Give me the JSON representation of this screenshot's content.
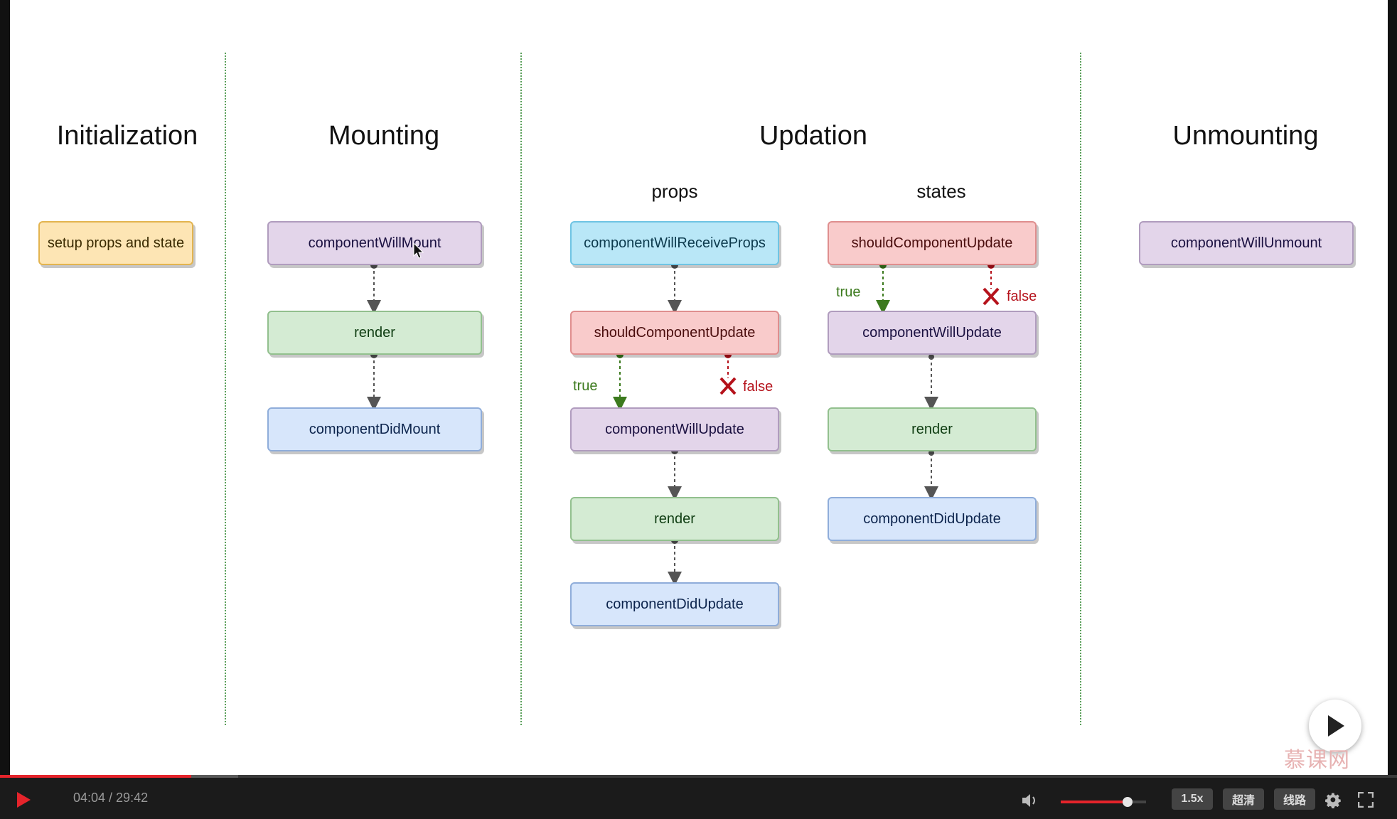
{
  "phases": {
    "initialization": "Initialization",
    "mounting": "Mounting",
    "updation": "Updation",
    "unmounting": "Unmounting"
  },
  "updation_sub": {
    "props": "props",
    "states": "states"
  },
  "nodes": {
    "setup": "setup props and state",
    "will_mount": "componentWillMount",
    "mount_render": "render",
    "did_mount": "componentDidMount",
    "will_receive_props": "componentWillReceiveProps",
    "props_should_update": "shouldComponentUpdate",
    "props_will_update": "componentWillUpdate",
    "props_render": "render",
    "props_did_update": "componentDidUpdate",
    "states_should_update": "shouldComponentUpdate",
    "states_will_update": "componentWillUpdate",
    "states_render": "render",
    "states_did_update": "componentDidUpdate",
    "will_unmount": "componentWillUnmount"
  },
  "branch_labels": {
    "true": "true",
    "false": "false"
  },
  "player": {
    "current_time": "04:04",
    "duration": "29:42",
    "time_display": "04:04 / 29:42",
    "progress": 0.137,
    "volume": 0.78,
    "speed_label": "1.5x",
    "quality_label": "超清",
    "line_label": "线路"
  },
  "watermark": "慕课网",
  "colors": {
    "accent": "#e5242b",
    "true_green": "#3c7a1e",
    "false_red": "#b5121b",
    "divider_green": "#5aa05a"
  },
  "icons": {
    "play": "play-icon",
    "volume": "volume-icon",
    "settings": "gear-icon",
    "fullscreen": "fullscreen-icon",
    "big_play": "play-icon",
    "cursor": "mouse-cursor-icon"
  }
}
